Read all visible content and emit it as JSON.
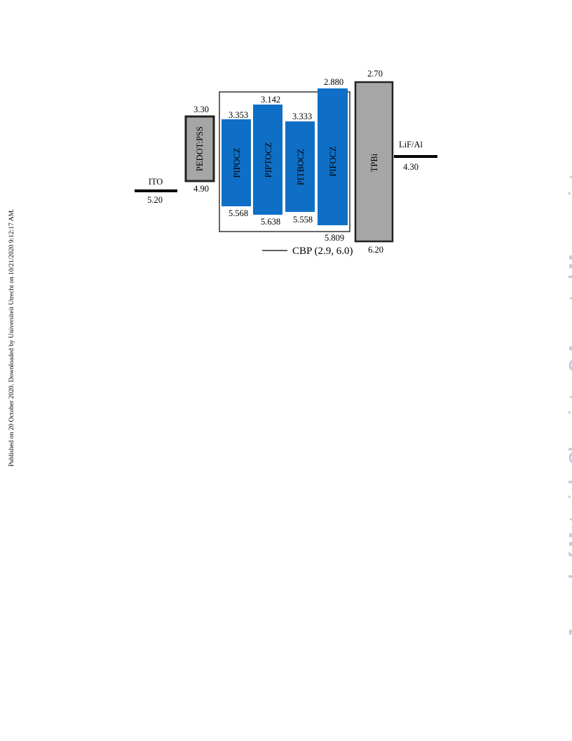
{
  "side_note": "Published on 20 October 2020. Downloaded by Universiteit Utrecht on 10/21/2020 9:12:17 AM.",
  "watermark": "Journal of Materials Chemistry C Accepted Manuscript",
  "colors": {
    "host_blue": "#0f6fc6",
    "transport_gray": "#a6a6a6",
    "electrode_black": "#000000"
  },
  "diagram": {
    "ito": {
      "name": "ITO",
      "value": "5.20"
    },
    "pedot": {
      "name": "PEDOT:PSS",
      "lumo": "3.30",
      "homo": "4.90"
    },
    "hosts": [
      {
        "name": "PIPOCZ",
        "lumo": "3.353",
        "homo": "5.568"
      },
      {
        "name": "PIPTOCZ",
        "lumo": "3.142",
        "homo": "5.638"
      },
      {
        "name": "PITBOCZ",
        "lumo": "3.333",
        "homo": "5.558"
      },
      {
        "name": "PIFOCZ",
        "lumo": "2.880",
        "homo": "5.809"
      }
    ],
    "tpbi": {
      "name": "TPBi",
      "lumo": "2.70",
      "homo": "6.20"
    },
    "cathode": {
      "name": "LiF/Al",
      "value": "4.30"
    },
    "legend": "CBP (2.9, 6.0)"
  }
}
